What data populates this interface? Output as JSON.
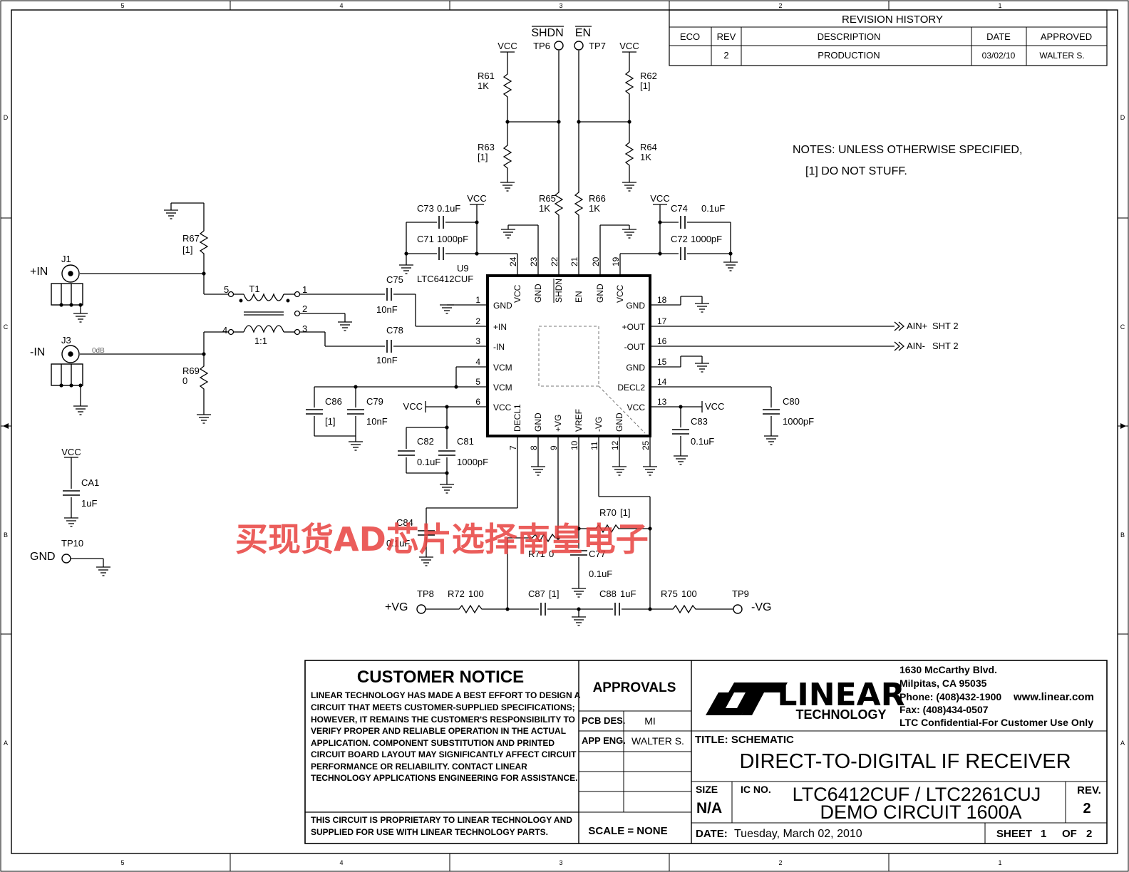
{
  "border": {
    "zones_top": [
      "5",
      "4",
      "3",
      "2",
      "1"
    ],
    "zones_side": [
      "D",
      "C",
      "B",
      "A"
    ]
  },
  "revision_history": {
    "title": "REVISION HISTORY",
    "headers": [
      "ECO",
      "REV",
      "DESCRIPTION",
      "DATE",
      "APPROVED"
    ],
    "row": {
      "eco": "",
      "rev": "2",
      "description": "PRODUCTION",
      "date": "03/02/10",
      "approved": "WALTER S."
    }
  },
  "notes": {
    "title": "NOTES: UNLESS OTHERWISE SPECIFIED,",
    "item": "[1]   DO NOT STUFF."
  },
  "nets": {
    "vcc": "VCC",
    "shdn": "SHDN",
    "en": "EN",
    "plus_in": "+IN",
    "minus_in": "-IN",
    "gnd": "GND",
    "plus_vg": "+VG",
    "minus_vg": "-VG",
    "ain_p": "AIN+",
    "ain_n": "AIN-",
    "sht2": "SHT 2",
    "odb": "0dB"
  },
  "testpoints": {
    "tp6": "TP6",
    "tp7": "TP7",
    "tp8": "TP8",
    "tp9": "TP9",
    "tp10": "TP10"
  },
  "connectors": {
    "j1": "J1",
    "j3": "J3"
  },
  "transformer": {
    "ref": "T1",
    "ratio": "1:1",
    "pins": [
      "5",
      "1",
      "2",
      "4",
      "3"
    ]
  },
  "ic": {
    "ref": "U9",
    "part": "LTC6412CUF",
    "pins_top": [
      {
        "n": "24",
        "name": "VCC"
      },
      {
        "n": "23",
        "name": "GND"
      },
      {
        "n": "22",
        "name": "SHDN"
      },
      {
        "n": "21",
        "name": "EN"
      },
      {
        "n": "20",
        "name": "GND"
      },
      {
        "n": "19",
        "name": "VCC"
      }
    ],
    "pins_left": [
      {
        "n": "1",
        "name": "GND"
      },
      {
        "n": "2",
        "name": "+IN"
      },
      {
        "n": "3",
        "name": "-IN"
      },
      {
        "n": "4",
        "name": "VCM"
      },
      {
        "n": "5",
        "name": "VCM"
      },
      {
        "n": "6",
        "name": "VCC"
      }
    ],
    "pins_right": [
      {
        "n": "18",
        "name": "GND"
      },
      {
        "n": "17",
        "name": "+OUT"
      },
      {
        "n": "16",
        "name": "-OUT"
      },
      {
        "n": "15",
        "name": "GND"
      },
      {
        "n": "14",
        "name": "DECL2"
      },
      {
        "n": "13",
        "name": "VCC"
      }
    ],
    "pins_bottom": [
      {
        "n": "7",
        "name": "DECL1"
      },
      {
        "n": "8",
        "name": "GND"
      },
      {
        "n": "9",
        "name": "+VG"
      },
      {
        "n": "10",
        "name": "VREF"
      },
      {
        "n": "11",
        "name": "-VG"
      },
      {
        "n": "12",
        "name": "GND"
      },
      {
        "n": "25",
        "name": ""
      }
    ]
  },
  "components": {
    "R61": {
      "ref": "R61",
      "val": "1K"
    },
    "R62": {
      "ref": "R62",
      "val": "[1]"
    },
    "R63": {
      "ref": "R63",
      "val": "[1]"
    },
    "R64": {
      "ref": "R64",
      "val": "1K"
    },
    "R65": {
      "ref": "R65",
      "val": "1K"
    },
    "R66": {
      "ref": "R66",
      "val": "1K"
    },
    "R67": {
      "ref": "R67",
      "val": "[1]"
    },
    "R69": {
      "ref": "R69",
      "val": "0"
    },
    "R70": {
      "ref": "R70",
      "val": "[1]"
    },
    "R71": {
      "ref": "R71",
      "val": "0"
    },
    "R72": {
      "ref": "R72",
      "val": "100"
    },
    "R75": {
      "ref": "R75",
      "val": "100"
    },
    "C71": {
      "ref": "C71",
      "val": "1000pF"
    },
    "C72": {
      "ref": "C72",
      "val": "1000pF"
    },
    "C73": {
      "ref": "C73",
      "val": "0.1uF"
    },
    "C74": {
      "ref": "C74",
      "val": "0.1uF"
    },
    "C75": {
      "ref": "C75",
      "val": "10nF"
    },
    "C78": {
      "ref": "C78",
      "val": "10nF"
    },
    "C79": {
      "ref": "C79",
      "val": "10nF"
    },
    "C86": {
      "ref": "C86",
      "val": "[1]"
    },
    "C80": {
      "ref": "C80",
      "val": "1000pF"
    },
    "C81": {
      "ref": "C81",
      "val": "1000pF"
    },
    "C82": {
      "ref": "C82",
      "val": "0.1uF"
    },
    "C83": {
      "ref": "C83",
      "val": "0.1uF"
    },
    "C84": {
      "ref": "C84",
      "val": "0.1uF"
    },
    "C77": {
      "ref": "C77",
      "val": "0.1uF"
    },
    "C87": {
      "ref": "C87",
      "val": "[1]"
    },
    "C88": {
      "ref": "C88",
      "val": "1uF"
    },
    "CA1": {
      "ref": "CA1",
      "val": "1uF"
    }
  },
  "watermark": "买现货AD芯片选择南皇电子",
  "customer_notice": {
    "title": "CUSTOMER NOTICE",
    "lines": [
      "LINEAR TECHNOLOGY HAS MADE A BEST EFFORT TO DESIGN A",
      "CIRCUIT THAT MEETS CUSTOMER-SUPPLIED SPECIFICATIONS;",
      "HOWEVER, IT REMAINS THE CUSTOMER'S RESPONSIBILITY TO",
      "VERIFY PROPER AND RELIABLE OPERATION IN THE ACTUAL",
      "APPLICATION.  COMPONENT SUBSTITUTION AND PRINTED",
      "CIRCUIT BOARD LAYOUT MAY SIGNIFICANTLY AFFECT CIRCUIT",
      "PERFORMANCE OR RELIABILITY.  CONTACT LINEAR",
      "TECHNOLOGY APPLICATIONS ENGINEERING FOR ASSISTANCE."
    ],
    "proprietary": [
      "THIS CIRCUIT IS PROPRIETARY TO LINEAR TECHNOLOGY AND",
      "SUPPLIED FOR USE WITH LINEAR TECHNOLOGY PARTS."
    ]
  },
  "approvals": {
    "title": "APPROVALS",
    "pcb_label": "PCB DES.",
    "pcb_val": "MI",
    "app_label": "APP ENG.",
    "app_val": "WALTER S.",
    "scale": "SCALE = NONE"
  },
  "company": {
    "logo_word": "LINEAR",
    "logo_sub": "TECHNOLOGY",
    "address1": "1630 McCarthy Blvd.",
    "address2": "Milpitas, CA 95035",
    "phone": "Phone: (408)432-1900",
    "web": "www.linear.com",
    "fax": "Fax: (408)434-0507",
    "confidential": "LTC Confidential-For Customer Use Only"
  },
  "title_block": {
    "title_label": "TITLE: SCHEMATIC",
    "title": "DIRECT-TO-DIGITAL IF RECEIVER",
    "size_label": "SIZE",
    "size": "N/A",
    "ic_label": "IC NO.",
    "ic_no": "LTC6412CUF / LTC2261CUJ",
    "demo": "DEMO CIRCUIT 1600A",
    "rev_label": "REV.",
    "rev": "2",
    "date_label": "DATE:",
    "date": "Tuesday, March 02, 2010",
    "sheet_label": "SHEET",
    "sheet": "1",
    "of_label": "OF",
    "of": "2"
  },
  "colors": {
    "ink": "#000000",
    "watermark": "#e8413f",
    "paper": "#ffffff"
  }
}
